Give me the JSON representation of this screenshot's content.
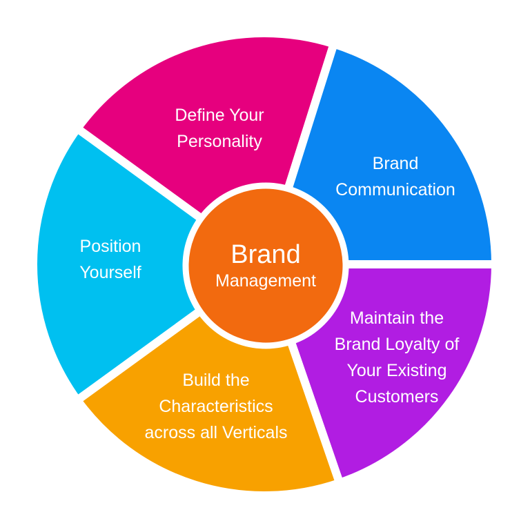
{
  "center": {
    "title": "Brand",
    "subtitle": "Management",
    "color": "#f26a0f"
  },
  "segments": [
    {
      "lines": [
        "Define Your",
        "Personality"
      ],
      "color": "#e6007e"
    },
    {
      "lines": [
        "Brand",
        "Communication"
      ],
      "color": "#0a86f2"
    },
    {
      "lines": [
        "Maintain the",
        "Brand Loyalty of",
        "Your Existing",
        "Customers"
      ],
      "color": "#b11de2"
    },
    {
      "lines": [
        "Build the",
        "Characteristics",
        "across all Verticals"
      ],
      "color": "#f8a100"
    },
    {
      "lines": [
        "Position",
        "Yourself"
      ],
      "color": "#00c0f0"
    }
  ]
}
